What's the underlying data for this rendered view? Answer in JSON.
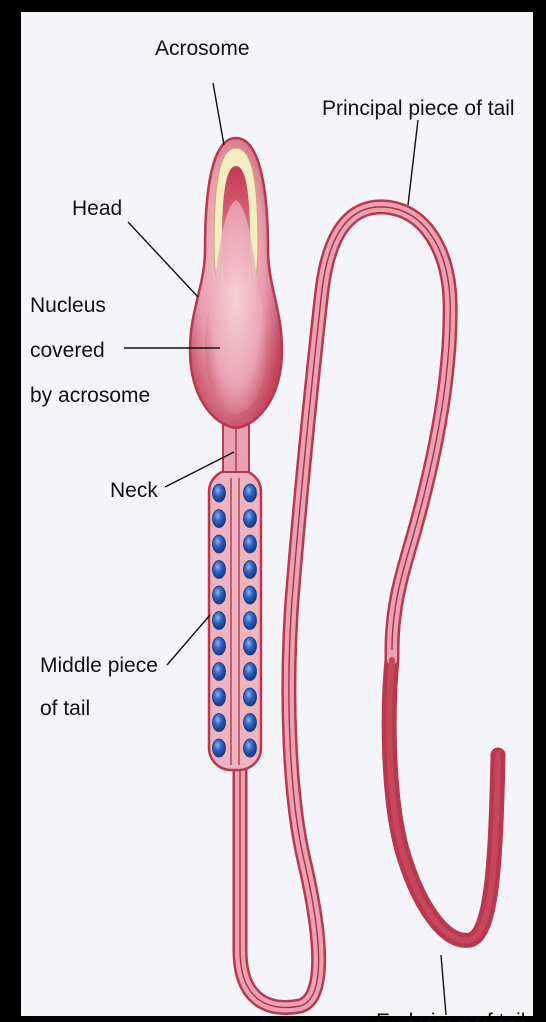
{
  "labels": {
    "acrosome": "Acrosome",
    "principal_piece": "Principal piece of tail",
    "head": "Head",
    "nucleus_line1": "Nucleus",
    "nucleus_line2": "covered",
    "nucleus_line3": "by acrosome",
    "neck": "Neck",
    "middle_line1": "Middle piece",
    "middle_line2": "of tail",
    "end_piece": "End piece of tail"
  },
  "colors": {
    "frame": "#000000",
    "paper": "#f5f5f9",
    "body_fill": "#e8a2b1",
    "body_light": "#f8cfd7",
    "body_dark": "#b8394f",
    "acrosome_cap": "#f4edc2",
    "mitochondria": "#2f63c4",
    "text": "#111111"
  }
}
